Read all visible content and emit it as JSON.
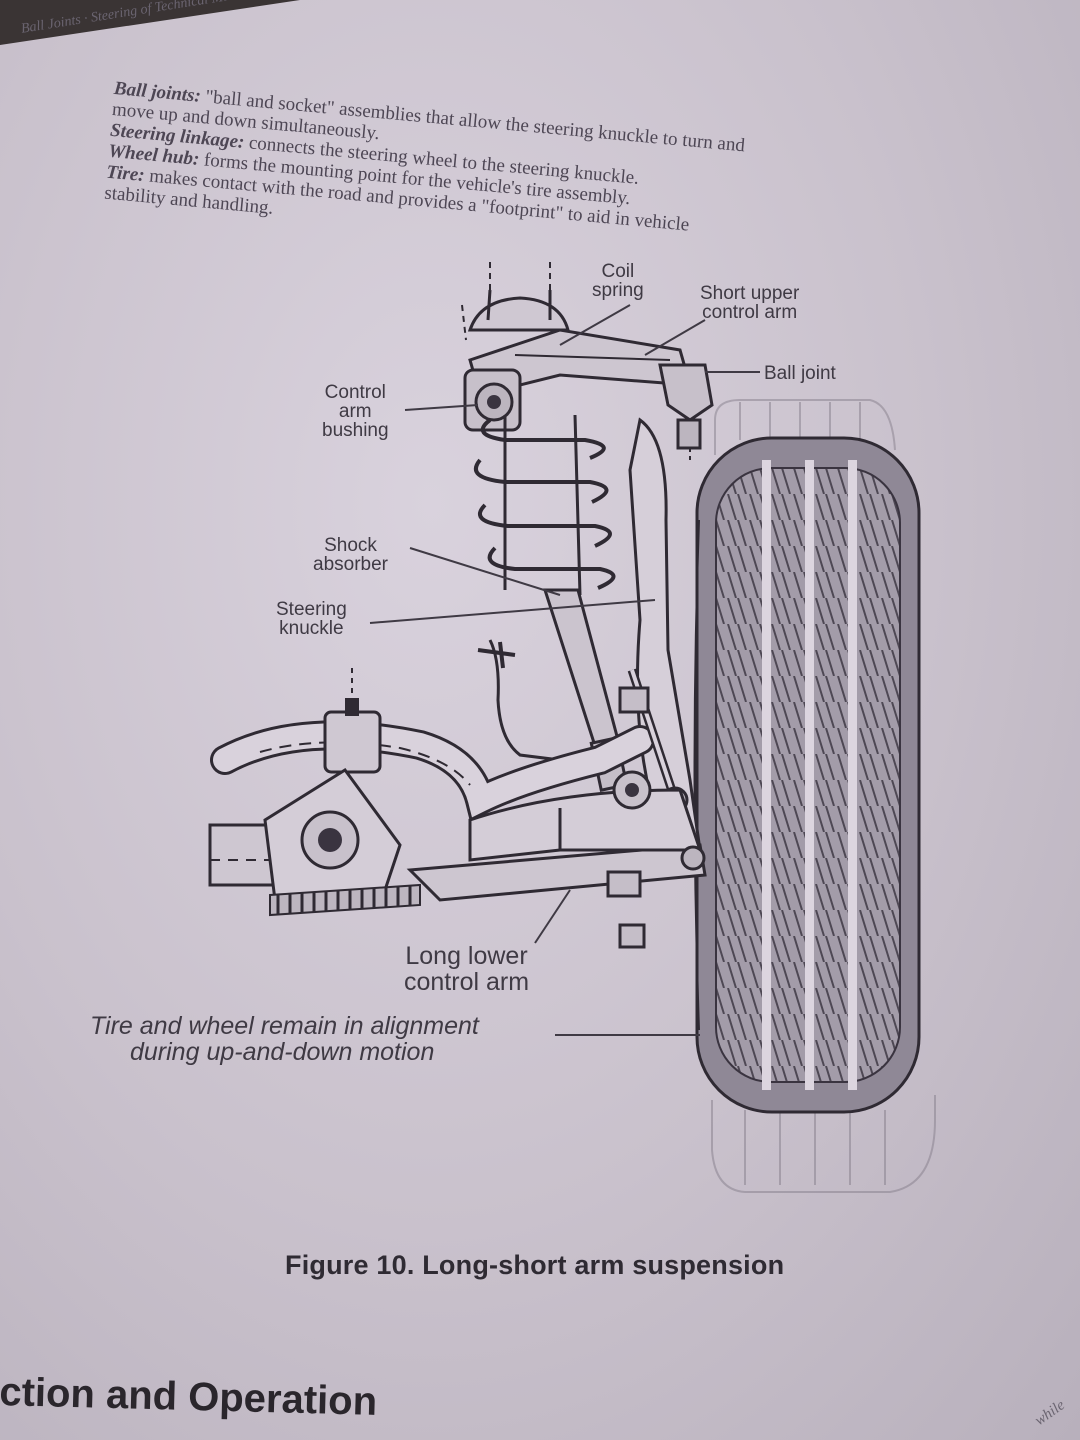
{
  "header": {
    "running_head": "Ball Joints · Steering of Technical Ml"
  },
  "intro": {
    "lines": [
      {
        "term": "Ball joints:",
        "text": " \"ball and socket\" assemblies that allow the steering knuckle to turn and"
      },
      {
        "term": "",
        "text": "move up and down simultaneously."
      },
      {
        "term": "Steering linkage:",
        "text": " connects the steering wheel to the steering knuckle."
      },
      {
        "term": "Wheel hub:",
        "text": " forms the mounting point for the vehicle's tire assembly."
      },
      {
        "term": "Tire:",
        "text": " makes contact with the road and provides a \"footprint\" to aid in vehicle"
      },
      {
        "term": "",
        "text": "stability and handling."
      }
    ]
  },
  "labels": {
    "coil_spring": [
      "Coil",
      "spring"
    ],
    "short_upper_control_arm": [
      "Short upper",
      "control arm"
    ],
    "ball_joint": "Ball joint",
    "control_arm_bushing": [
      "Control",
      "arm",
      "bushing"
    ],
    "shock_absorber": [
      "Shock",
      "absorber"
    ],
    "steering_knuckle": [
      "Steering",
      "knuckle"
    ],
    "long_lower_control_arm": [
      "Long lower",
      "control arm"
    ],
    "alignment_note": [
      "Tire and wheel remain in alignment",
      "during up-and-down motion"
    ]
  },
  "caption": "Figure 10. Long-short arm suspension",
  "footer_heading": "ction and Operation",
  "margin_word": "while",
  "colors": {
    "paper": "#d0c8d3",
    "ink": "#3f3a44",
    "tire": "#9a93a0"
  }
}
